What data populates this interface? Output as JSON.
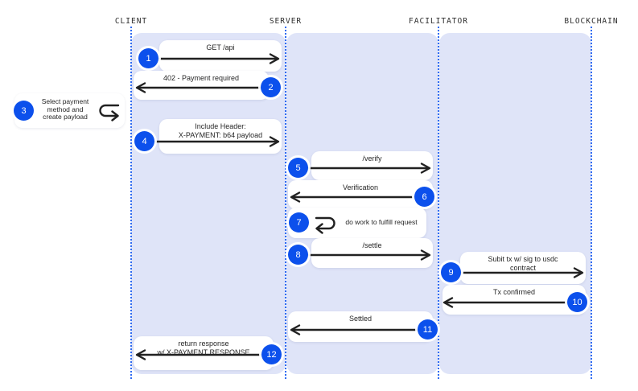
{
  "actors": [
    {
      "name": "CLIENT"
    },
    {
      "name": "SERVER"
    },
    {
      "name": "FACILITATOR"
    },
    {
      "name": "BLOCKCHAIN"
    }
  ],
  "steps": [
    {
      "num": "1",
      "label": "GET /api",
      "from": "CLIENT",
      "to": "SERVER",
      "type": "message"
    },
    {
      "num": "2",
      "label": "402 - Payment required",
      "from": "SERVER",
      "to": "CLIENT",
      "type": "message"
    },
    {
      "num": "3",
      "label": "Select payment\nmethod and\ncreate payload",
      "from": "CLIENT",
      "to": "CLIENT",
      "type": "self"
    },
    {
      "num": "4",
      "label": "Include Header:\nX-PAYMENT: b64 payload",
      "from": "CLIENT",
      "to": "SERVER",
      "type": "message"
    },
    {
      "num": "5",
      "label": "/verify",
      "from": "SERVER",
      "to": "FACILITATOR",
      "type": "message"
    },
    {
      "num": "6",
      "label": "Verification",
      "from": "FACILITATOR",
      "to": "SERVER",
      "type": "message"
    },
    {
      "num": "7",
      "label": "do work to fulfill request",
      "from": "SERVER",
      "to": "SERVER",
      "type": "self"
    },
    {
      "num": "8",
      "label": "/settle",
      "from": "SERVER",
      "to": "FACILITATOR",
      "type": "message"
    },
    {
      "num": "9",
      "label": "Subit tx w/ sig to usdc\ncontract",
      "from": "FACILITATOR",
      "to": "BLOCKCHAIN",
      "type": "message"
    },
    {
      "num": "10",
      "label": "Tx confirmed",
      "from": "BLOCKCHAIN",
      "to": "FACILITATOR",
      "type": "message"
    },
    {
      "num": "11",
      "label": "Settled",
      "from": "FACILITATOR",
      "to": "SERVER",
      "type": "message"
    },
    {
      "num": "12",
      "label": "return response\nw/ X-PAYMENT RESPONSE",
      "from": "SERVER",
      "to": "CLIENT",
      "type": "message"
    }
  ],
  "colors": {
    "accent_blue": "#0c50ec",
    "lifeline_blue": "#2f6bf2",
    "panel_lavender": "#dfe4f8",
    "arrow_dark": "#212121"
  }
}
